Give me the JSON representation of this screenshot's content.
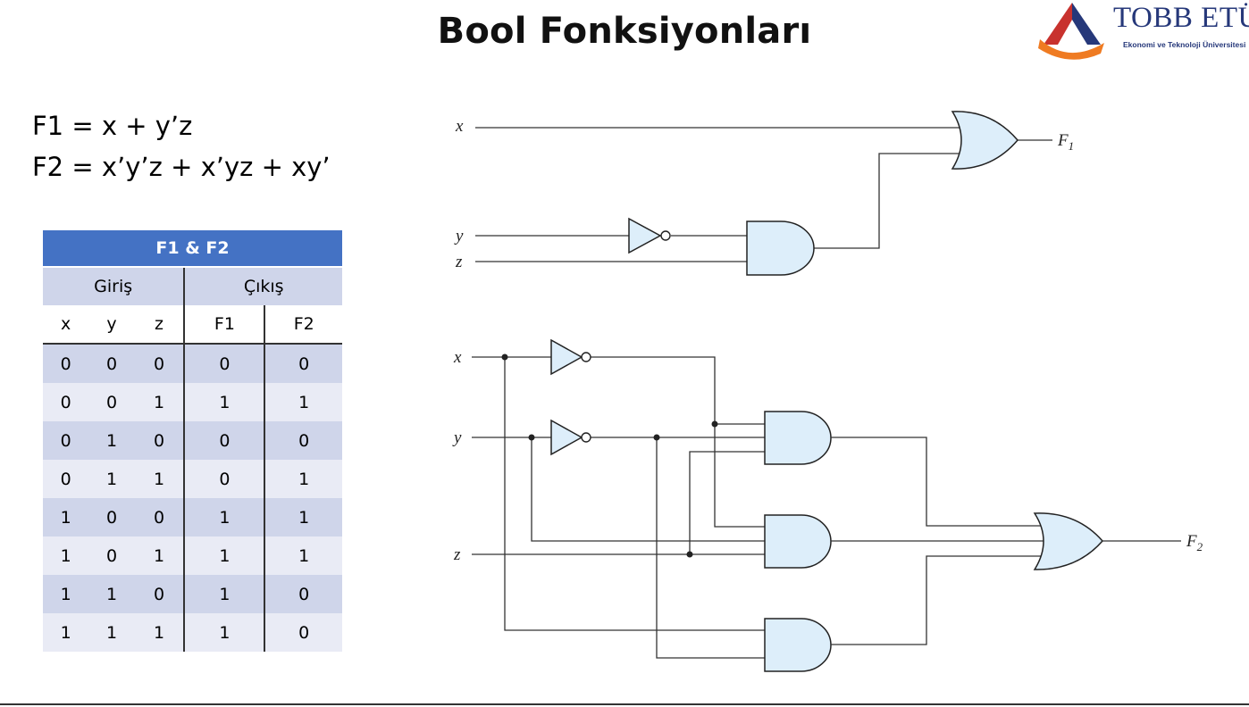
{
  "slide": {
    "title": "Bool Fonksiyonları",
    "logo": {
      "name": "TOBB ETÜ",
      "subtitle": "Ekonomi ve Teknoloji Üniversitesi"
    }
  },
  "equations": {
    "f1": "F1 = x + y’z",
    "f2": "F2 = x’y’z + x’yz + xy’"
  },
  "truth_table": {
    "title": "F1 & F2",
    "groups": [
      "Giriş",
      "Çıkış"
    ],
    "columns": [
      "x",
      "y",
      "z",
      "F1",
      "F2"
    ],
    "rows": [
      [
        "0",
        "0",
        "0",
        "0",
        "0"
      ],
      [
        "0",
        "0",
        "1",
        "1",
        "1"
      ],
      [
        "0",
        "1",
        "0",
        "0",
        "0"
      ],
      [
        "0",
        "1",
        "1",
        "0",
        "1"
      ],
      [
        "1",
        "0",
        "0",
        "1",
        "1"
      ],
      [
        "1",
        "0",
        "1",
        "1",
        "1"
      ],
      [
        "1",
        "1",
        "0",
        "1",
        "0"
      ],
      [
        "1",
        "1",
        "1",
        "1",
        "0"
      ]
    ]
  },
  "circuit1": {
    "inputs": [
      "x",
      "y",
      "z"
    ],
    "output": "F",
    "output_sub": "1"
  },
  "circuit2": {
    "inputs": [
      "x",
      "y",
      "z"
    ],
    "output": "F",
    "output_sub": "2"
  },
  "colors": {
    "table_header": "#4472c4",
    "table_band_dark": "#cfd5ea",
    "table_band_light": "#e9ebf5",
    "gate_fill": "#ddeefa",
    "logo_blue": "#26387a",
    "logo_red": "#c8322e",
    "logo_orange": "#ef7b22"
  }
}
